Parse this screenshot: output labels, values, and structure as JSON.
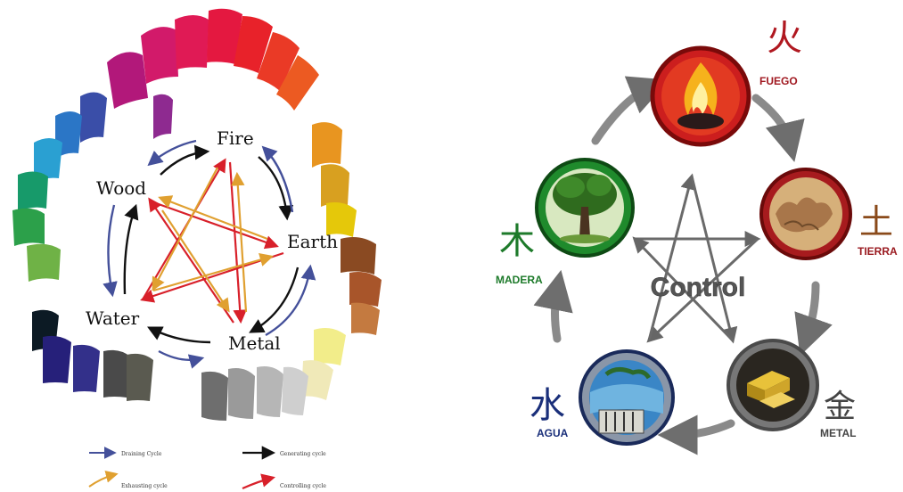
{
  "left": {
    "nodes": {
      "fire": "Fire",
      "wood": "Wood",
      "earth": "Earth",
      "water": "Water",
      "metal": "Metal"
    },
    "legend": {
      "draining": "Draining Cycle",
      "generating": "Generating cycle",
      "exhausting": "Exhausting cycle",
      "controlling": "Controlling cycle"
    },
    "colors": {
      "generating": "#111111",
      "controlling": "#d8202a",
      "draining": "#44509a",
      "exhausting": "#e0a030"
    }
  },
  "right": {
    "center_label": "Control",
    "elements": {
      "fire": {
        "glyph": "火",
        "label": "FUEGO",
        "color": "#c0181c",
        "icon": "flame-icon"
      },
      "earth": {
        "glyph": "土",
        "label": "TIERRA",
        "color": "#a81a1e",
        "icon": "soil-icon"
      },
      "metal": {
        "glyph": "金",
        "label": "METAL",
        "color": "#6b6b6b",
        "icon": "gold-bars-icon"
      },
      "water": {
        "glyph": "水",
        "label": "AGUA",
        "color": "#1a2f7a",
        "icon": "dam-icon"
      },
      "wood": {
        "glyph": "木",
        "label": "MADERA",
        "color": "#1d7a2a",
        "icon": "tree-icon"
      }
    },
    "colors": {
      "arrow": "#6e6e6e",
      "star": "#666666"
    }
  }
}
